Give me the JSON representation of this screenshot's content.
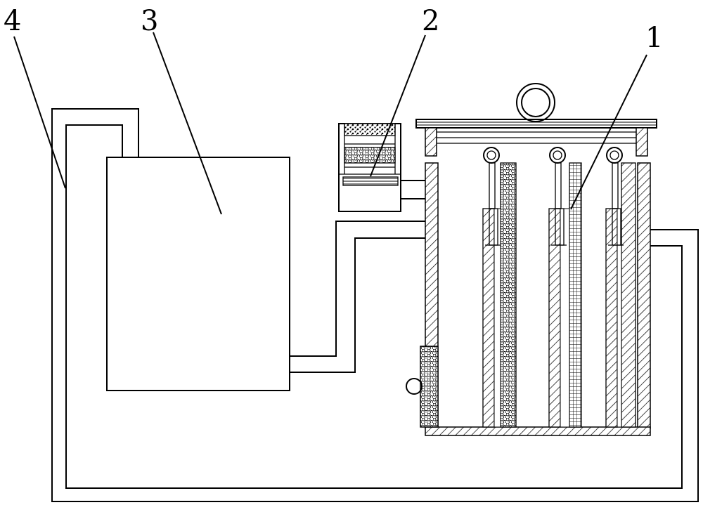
{
  "labels": {
    "l1": "1",
    "l2": "2",
    "l3": "3",
    "l4": "4"
  },
  "colors": {
    "stroke": "#000000",
    "background": "#ffffff"
  }
}
